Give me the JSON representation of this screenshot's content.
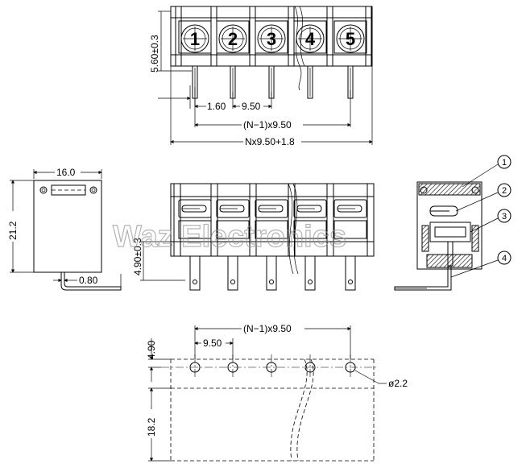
{
  "top_view": {
    "terminal_numbers": [
      "1",
      "2",
      "3",
      "4",
      "5"
    ],
    "dim_height": "5.60±0.3",
    "dim_pin_width": "1.60",
    "dim_pitch": "9.50",
    "dim_span": "(N−1)x9.50",
    "dim_total": "Nx9.50+1.8"
  },
  "side_view": {
    "dim_width": "16.0",
    "dim_height": "21.2",
    "dim_pin": "0.80"
  },
  "front_view": {
    "dim_pin_offset": "4.90±0.3"
  },
  "section_view": {
    "callouts": [
      "1",
      "2",
      "3",
      "4"
    ]
  },
  "pcb_layout": {
    "dim_span": "(N−1)x9.50",
    "dim_pitch": "9.50",
    "dim_edge": "4.90",
    "dim_depth": "18.2",
    "dim_hole": "ø2.2"
  },
  "watermark": "Waz Electronics"
}
